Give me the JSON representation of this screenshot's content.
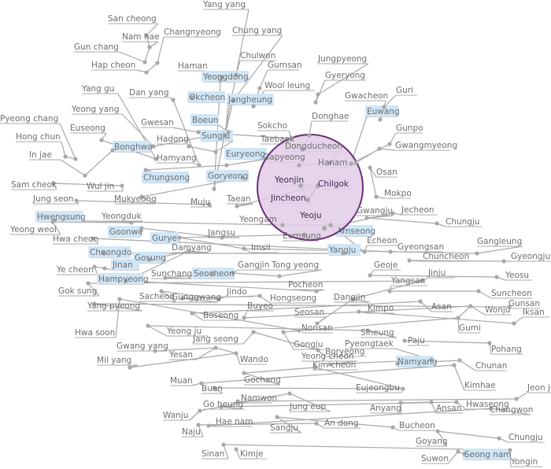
{
  "graph": {
    "selected_group": [
      "Jincheon",
      "Chilgok",
      "Yeonjin",
      "Yeoju"
    ],
    "colors": {
      "selection_fill": "#e2cde6",
      "selection_stroke": "#6b2f7a",
      "highlight": "#cfe6f7",
      "line": "#a8a8a8",
      "text": "#6e6e6e"
    },
    "nodes": [
      "San cheong",
      "Nam hae",
      "Gun chang",
      "Hap cheon",
      "Changnyeong",
      "Yang yang",
      "Chung yang",
      "Haman",
      "Chulwon",
      "Gumsan",
      "Jungpyeong",
      "Gyeryong",
      "Yeongdong",
      "Okcheon",
      "Jangheung",
      "Wool leung",
      "Yang gu",
      "Dan yang",
      "Gwacheon",
      "Guri",
      "Yeong yang",
      "Pyeong chang",
      "Boeun",
      "Gwesan",
      "Sokcho",
      "Donghae",
      "Euwang",
      "Gunpo",
      "Hong chun",
      "Euseong",
      "Sungju",
      "Hadong",
      "Taebaek",
      "Dongducheon",
      "Gwangmyeong",
      "Bonghwa",
      "In jae",
      "Hamyang",
      "Euryeong",
      "Gapyeong",
      "Hanam",
      "Osan",
      "Chungsong",
      "Goryeong",
      "Sam cheok",
      "Wul jin",
      "Yeonjin",
      "Chilgok",
      "Jung seon",
      "Mukyeong",
      "Taean",
      "Jincheon",
      "Mokpo",
      "Muju",
      "Hwengsung",
      "Yeongam",
      "Yeoju",
      "Gwangju",
      "Jecheon",
      "Chungju",
      "Yeong weol",
      "Yeongduk",
      "Goonwe",
      "Gurye",
      "Jangsu",
      "Eumsung",
      "Amseong",
      "Hwa cheon",
      "Echeon",
      "Gangleung",
      "Gyeongsan",
      "Cheongdo",
      "Imsil",
      "Yangju",
      "Damyang",
      "Gosung",
      "Chuncheon",
      "Gyeongju",
      "Jinan",
      "Ye cheon",
      "Gangjin",
      "Tong yeong",
      "Geoje",
      "Yeosu",
      "Sunchang",
      "Seocheon",
      "Jinju",
      "Gok sung",
      "Hampyeong",
      "Pocheon",
      "Yangsan",
      "Suncheon",
      "Sacheon",
      "Jindo",
      "Gunsan",
      "Yang pyeong",
      "Gunggwang",
      "Hongseong",
      "Wonju",
      "Buyeo",
      "Dangjin",
      "Seosan",
      "Asan",
      "Boseong",
      "Kimpo",
      "Iksan",
      "Nonsan",
      "Hwa soon",
      "Yeong ju",
      "Siheung",
      "Gumi",
      "Gongju",
      "Jang seong",
      "Boryeong",
      "Paju",
      "Pohang",
      "Gwang yang",
      "Yesan",
      "Wando",
      "Mil yang",
      "Yeong cheon",
      "Pyeongtaek",
      "Namyang",
      "Chunan",
      "Gochang",
      "Kim cheon",
      "Kimhae",
      "Muan",
      "Buan",
      "Eujeongbu",
      "Jeon ju",
      "Namwon",
      "Go heung",
      "Hwaseong",
      "Jung eup",
      "Wanju",
      "Anyang",
      "Ansan",
      "Changwon",
      "Hae nam",
      "Naju",
      "An dong",
      "Sangju",
      "Bucheon",
      "Chungju",
      "Goyang",
      "Suwon",
      "Seong nam",
      "Yongin",
      "Sinan",
      "Kimje"
    ]
  }
}
